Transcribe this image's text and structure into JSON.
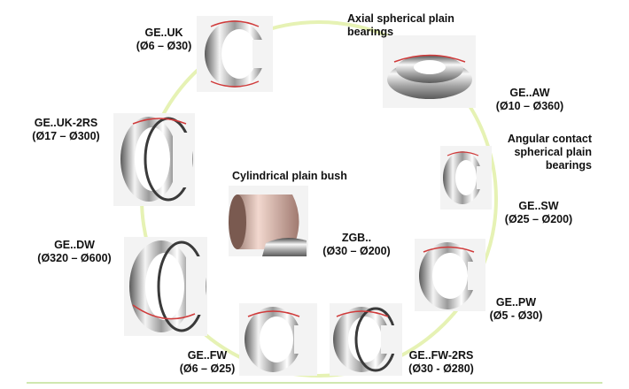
{
  "labels": {
    "ge_uk": {
      "l1": "GE..UK",
      "l2": "(Ø6 – Ø30)"
    },
    "axial": {
      "l1": "Axial spherical plain",
      "l2": "bearings"
    },
    "ge_aw": {
      "l1": "GE..AW",
      "l2": "(Ø10 – Ø360)"
    },
    "angular": {
      "l1": "Angular contact",
      "l2": "spherical plain",
      "l3": "bearings"
    },
    "ge_sw": {
      "l1": "GE..SW",
      "l2": "(Ø25 – Ø200)"
    },
    "ge_uk2rs": {
      "l1": "GE..UK-2RS",
      "l2": "(Ø17 – Ø300)"
    },
    "cyl": {
      "l1": "Cylindrical plain bush"
    },
    "zgb": {
      "l1": "ZGB..",
      "l2": "(Ø30 – Ø200)"
    },
    "ge_dw": {
      "l1": "GE..DW",
      "l2": "(Ø320 – Ø600)"
    },
    "ge_pw": {
      "l1": "GE..PW",
      "l2": "(Ø5 - Ø30)"
    },
    "ge_fw": {
      "l1": "GE..FW",
      "l2": "(Ø6 – Ø25)"
    },
    "ge_fw2rs": {
      "l1": "GE..FW-2RS",
      "l2": "(Ø30 - Ø280)"
    }
  },
  "colors": {
    "ring": "#e6f2b4",
    "accent_red": "#d03a3a",
    "metal_dark": "#3a3a3a",
    "metal_light": "#e8e8e8",
    "rule": "#cfe8b0"
  }
}
